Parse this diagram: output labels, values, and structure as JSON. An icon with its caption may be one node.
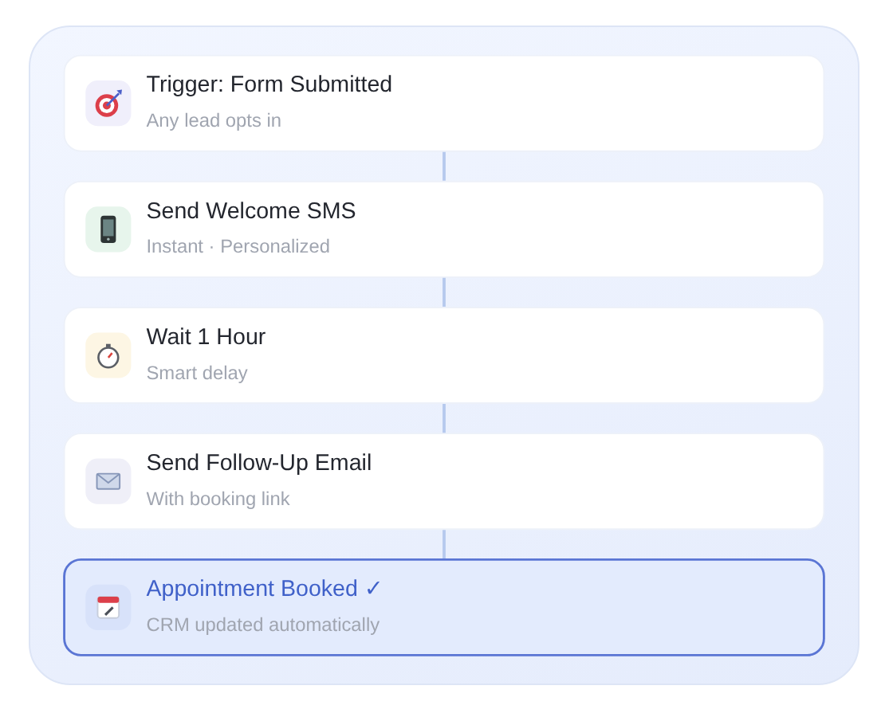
{
  "diagram": {
    "nodes": [
      {
        "text": [
          "Trigger: Form Submitted",
          "Any lead opts in"
        ]
      },
      {
        "text": [
          "Send Welcome SMS",
          "Instant · Personalized"
        ]
      },
      {
        "text": [
          "Wait 1 Hour",
          "Smart delay"
        ]
      },
      {
        "text": [
          "Send Follow-Up Email",
          "With booking link"
        ]
      },
      {
        "text": [
          "Appointment Booked ✓",
          "CRM updated automatically"
        ]
      }
    ],
    "edges": [
      {
        "from": 0,
        "to": 1,
        "arrow": "none"
      },
      {
        "from": 1,
        "to": 2,
        "arrow": "none"
      },
      {
        "from": 2,
        "to": 3,
        "arrow": "none"
      },
      {
        "from": 3,
        "to": 4,
        "arrow": "none"
      }
    ]
  }
}
